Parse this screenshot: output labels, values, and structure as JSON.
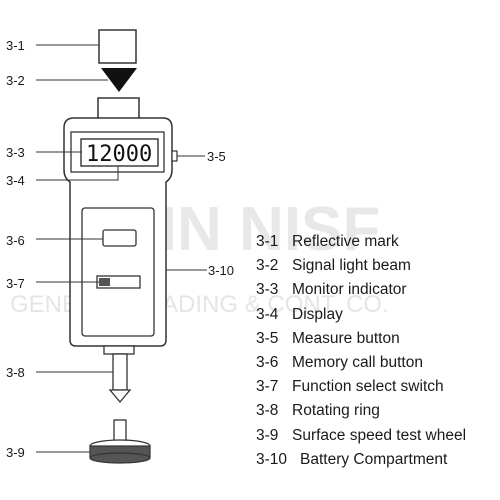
{
  "callouts": [
    {
      "id": "3-1"
    },
    {
      "id": "3-2"
    },
    {
      "id": "3-3"
    },
    {
      "id": "3-4"
    },
    {
      "id": "3-5"
    },
    {
      "id": "3-6"
    },
    {
      "id": "3-7"
    },
    {
      "id": "3-8"
    },
    {
      "id": "3-9"
    },
    {
      "id": "3-10"
    }
  ],
  "display_reading": "12000",
  "legend": [
    {
      "code": "3-1",
      "text": "Reflective mark"
    },
    {
      "code": "3-2",
      "text": "Signal light beam"
    },
    {
      "code": "3-3",
      "text": "Monitor indicator"
    },
    {
      "code": "3-4",
      "text": "Display"
    },
    {
      "code": "3-5",
      "text": "Measure button"
    },
    {
      "code": "3-6",
      "text": "Memory call button"
    },
    {
      "code": "3-7",
      "text": "Function select switch"
    },
    {
      "code": "3-8",
      "text": "Rotating ring"
    },
    {
      "code": "3-9",
      "text": "Surface speed test wheel"
    },
    {
      "code": "3-10",
      "text": "Battery Compartment"
    }
  ],
  "watermark": {
    "line1": "DIN NISF",
    "line2": "GENERAL TRADING & CONT. CO."
  }
}
